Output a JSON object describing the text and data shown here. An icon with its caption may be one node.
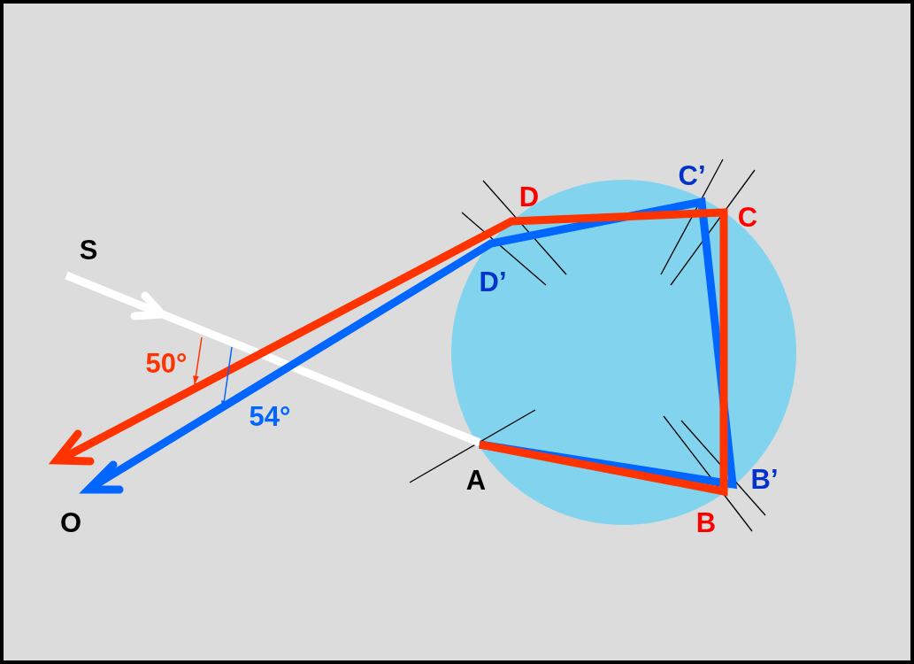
{
  "diagram": {
    "labels": [
      "S",
      "D",
      "C’",
      "C",
      "D’",
      "50°",
      "54°",
      "A",
      "B’",
      "B",
      "O"
    ]
  }
}
